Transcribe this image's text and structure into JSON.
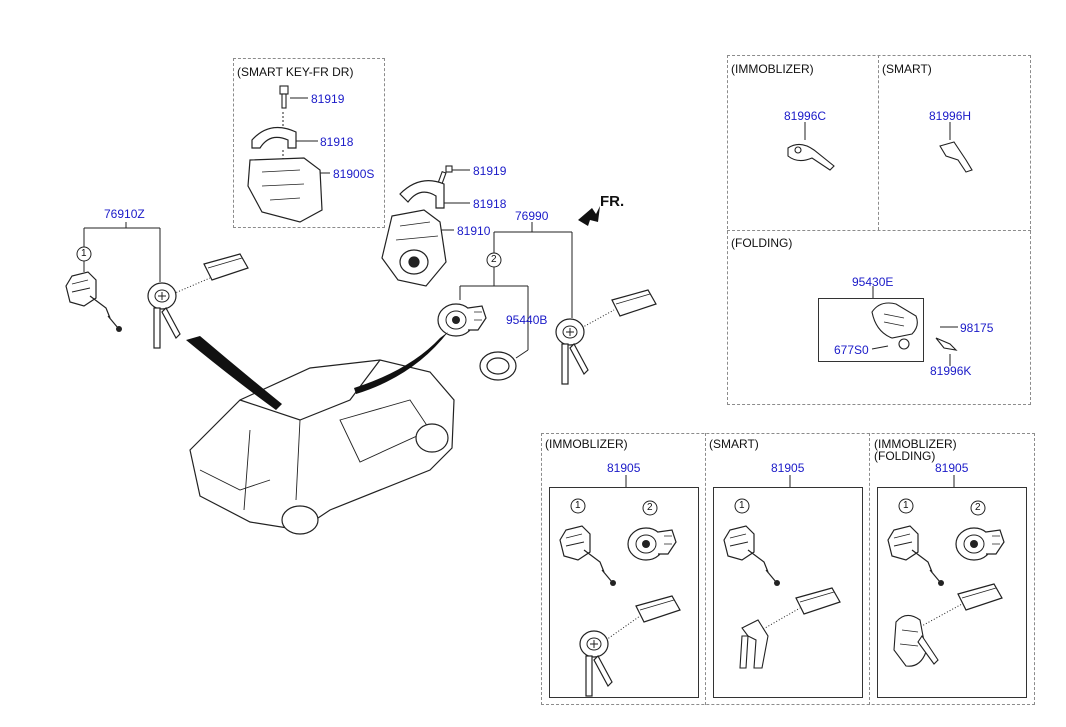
{
  "colors": {
    "part_number": "#1a1ac8",
    "line": "#222222",
    "dashed_border": "#8c8c8c"
  },
  "groups": {
    "smart_key_fr_dr": "(SMART KEY-FR DR)",
    "immobilizer_top": "(IMMOBLIZER)",
    "smart_top": "(SMART)",
    "folding_top": "(FOLDING)",
    "immobilizer_bottom": "(IMMOBLIZER)",
    "smart_bottom": "(SMART)",
    "immobilizer_folding_bottom_1": "(IMMOBLIZER)",
    "immobilizer_folding_bottom_2": "(FOLDING)"
  },
  "parts": {
    "p81919_a": "81919",
    "p81918_a": "81918",
    "p81900S": "81900S",
    "p76910Z": "76910Z",
    "p81919_b": "81919",
    "p81918_b": "81918",
    "p81910": "81910",
    "p76990": "76990",
    "p95440B": "95440B",
    "p81996C": "81996C",
    "p81996H": "81996H",
    "p95430E": "95430E",
    "p98175": "98175",
    "p677S0": "677S0",
    "p81996K": "81996K",
    "p81905_a": "81905",
    "p81905_b": "81905",
    "p81905_c": "81905"
  },
  "markers": {
    "one": "1",
    "two": "2"
  },
  "direction": {
    "front": "FR."
  },
  "icons": [
    "key-cylinder-icon",
    "ignition-lock-icon",
    "flip-key-icon",
    "remote-fob-icon",
    "vehicle-icon",
    "bolt-icon",
    "bracket-icon",
    "direction-arrow-icon"
  ]
}
